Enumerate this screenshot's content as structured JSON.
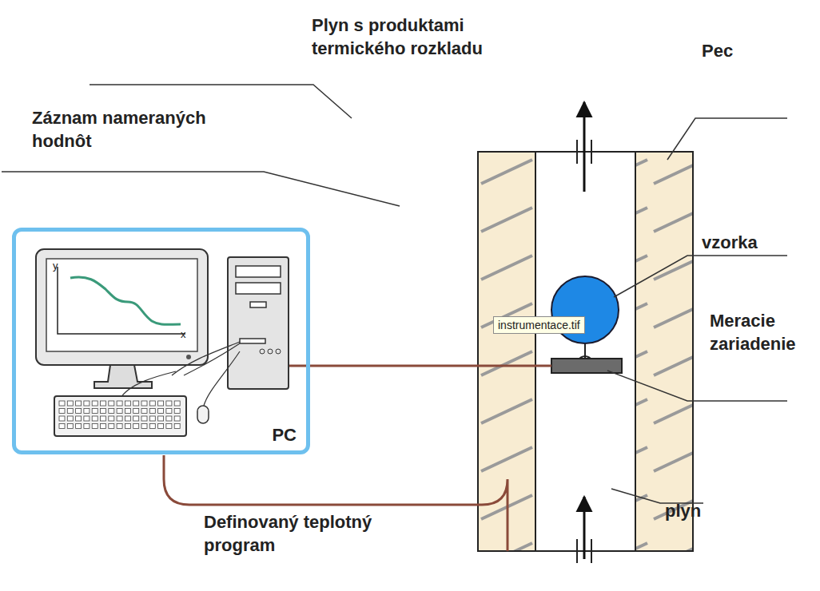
{
  "diagram": {
    "nodes": [
      {
        "text": [
          "PC"
        ]
      },
      {
        "text": [
          "instrumentace.tif"
        ]
      }
    ],
    "labels": [
      "Plyn s produktami termického rozkladu",
      "Pec",
      "Záznam nameraných hodnôt",
      "vzorka",
      "Meracie zariadenie",
      "plyn",
      "Definovaný teplotný program",
      "y",
      "x"
    ]
  }
}
